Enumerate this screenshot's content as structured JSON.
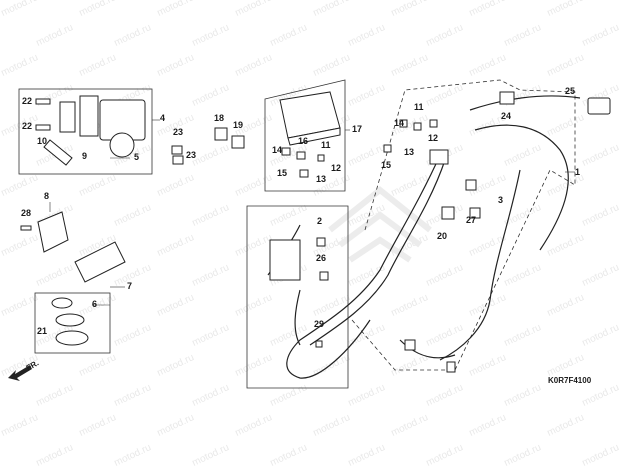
{
  "watermark": "motod.ru",
  "reference_code": "K0R7F4100",
  "direction_label": "FR.",
  "callouts": {
    "c1": "1",
    "c2": "2",
    "c3": "3",
    "c4": "4",
    "c5": "5",
    "c6": "6",
    "c7": "7",
    "c8": "8",
    "c9": "9",
    "c10": "10",
    "c11a": "11",
    "c11b": "11",
    "c12a": "12",
    "c12b": "12",
    "c13a": "13",
    "c13b": "13",
    "c14a": "14",
    "c14b": "14",
    "c15a": "15",
    "c15b": "15",
    "c16": "16",
    "c17": "17",
    "c18": "18",
    "c19": "19",
    "c20": "20",
    "c21": "21",
    "c22a": "22",
    "c22b": "22",
    "c23a": "23",
    "c23b": "23",
    "c24": "24",
    "c25": "25",
    "c26": "26",
    "c27": "27",
    "c28": "28",
    "c29": "29"
  },
  "colors": {
    "line": "#222222",
    "part_fill": "#ffffff",
    "watermark": "#e9e9e9",
    "logo": "#f0f0f0"
  }
}
